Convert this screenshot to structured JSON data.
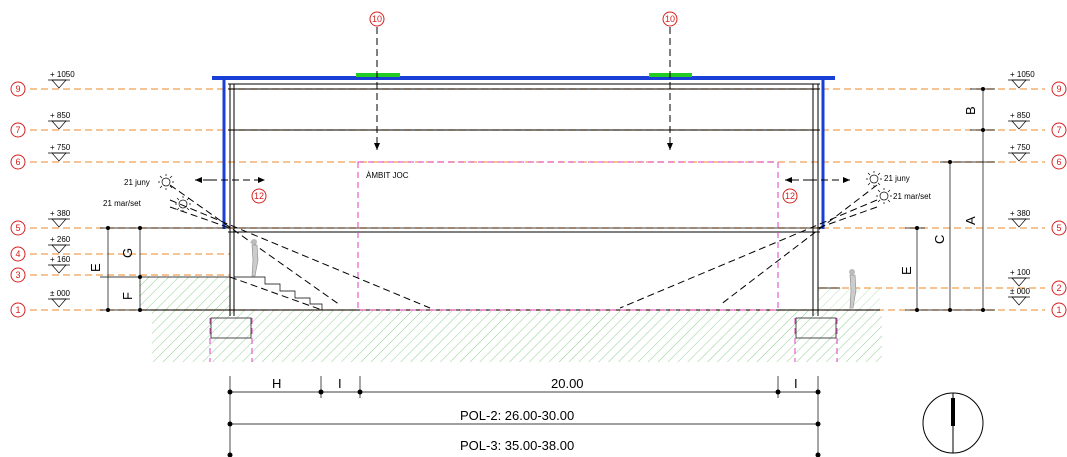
{
  "levels": [
    {
      "id": "9",
      "elev": "+ 1050"
    },
    {
      "id": "7",
      "elev": "+ 850"
    },
    {
      "id": "6",
      "elev": "+ 750"
    },
    {
      "id": "5",
      "elev": "+ 380"
    },
    {
      "id": "4",
      "elev": "+ 260"
    },
    {
      "id": "3",
      "elev": "+ 160"
    },
    {
      "id": "2",
      "elev": "+ 100"
    },
    {
      "id": "1",
      "elev": "± 000"
    }
  ],
  "markers": {
    "roof_left": "10",
    "roof_right": "10",
    "side_left": "12",
    "side_right": "12"
  },
  "labels": {
    "ambit": "ÀMBIT JOC",
    "sun_june": "21 juny",
    "sun_equinox": "21 mar/set"
  },
  "dims": {
    "A": "A",
    "B": "B",
    "C": "C",
    "E": "E",
    "F": "F",
    "G": "G",
    "H": "H",
    "I": "I",
    "width": "20.00",
    "pol2": "POL-2: 26.00-30.00",
    "pol3": "POL-3: 35.00-38.00"
  },
  "colors": {
    "level": "#f0a050",
    "roof": "#1a3fd6",
    "skylight": "#22cc22",
    "ambit": "#e040c0",
    "marker": "#d62020",
    "hatch": "#8fcf8f"
  },
  "icons": [
    "sun-icon",
    "person-figure-icon",
    "north-arrow-icon"
  ]
}
